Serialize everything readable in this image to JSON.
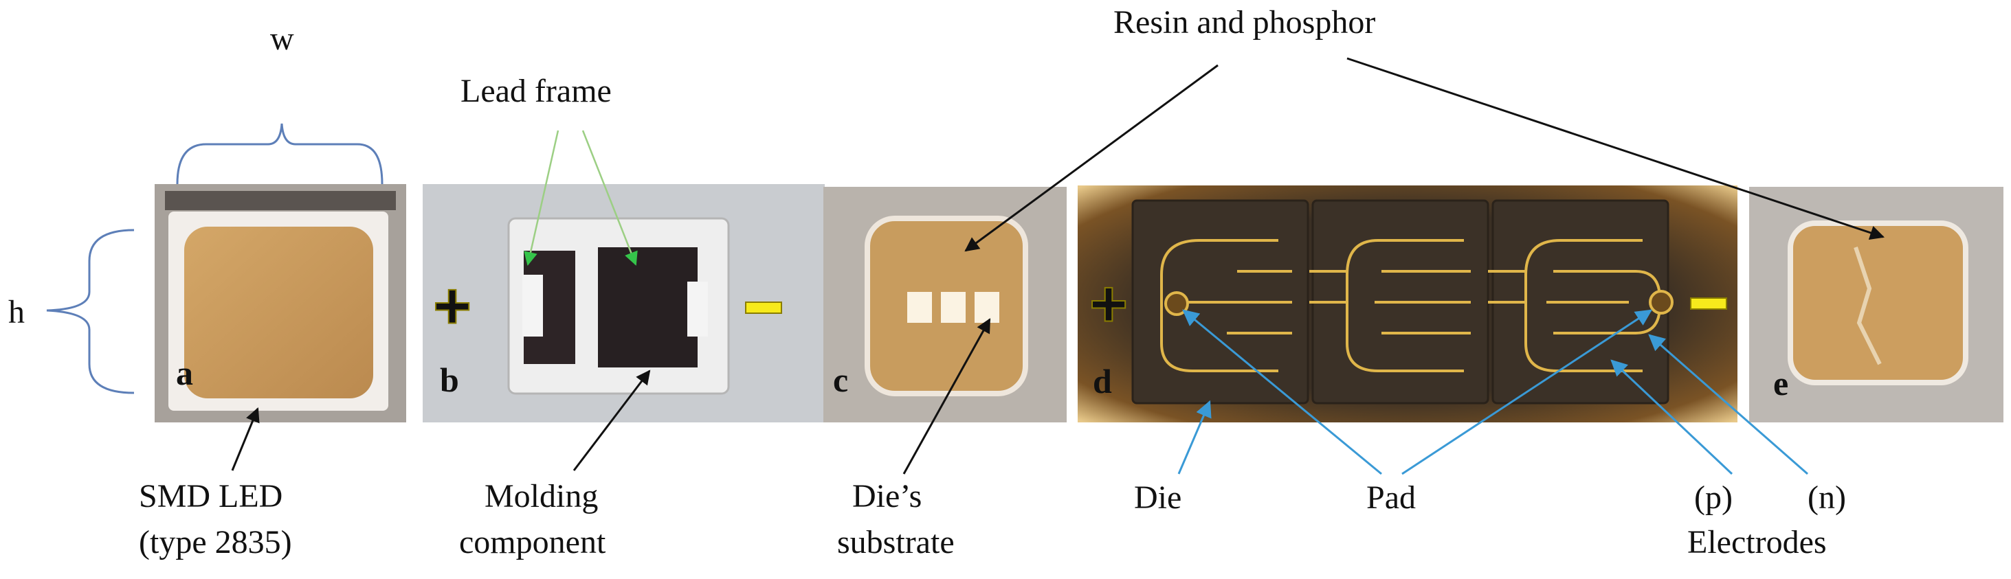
{
  "labels": {
    "w": "w",
    "h": "h",
    "lead_frame": "Lead frame",
    "resin_phosphor": "Resin and phosphor",
    "smd_led_line1": "SMD LED",
    "smd_led_line2": "(type 2835)",
    "molding_line1": "Molding",
    "molding_line2": "component",
    "die_substrate_line1": "Die’s",
    "die_substrate_line2": "substrate",
    "die": "Die",
    "pad": "Pad",
    "p": "(p)",
    "n": "(n)",
    "electrodes": "Electrodes"
  },
  "panels": {
    "a": "a",
    "b": "b",
    "c": "c",
    "d": "d",
    "e": "e"
  },
  "signs": {
    "plus": "+",
    "minus": "−"
  },
  "colors": {
    "bracket": "#5d7fb8",
    "arrow_black": "#111111",
    "arrow_blue": "#3a9ad6",
    "arrow_green": "#9ccf84",
    "phosphor": "#c9995a",
    "die_dark": "#3a2e22",
    "electrode": "#e0b64a",
    "sign_yellow": "#f7ea1c"
  }
}
